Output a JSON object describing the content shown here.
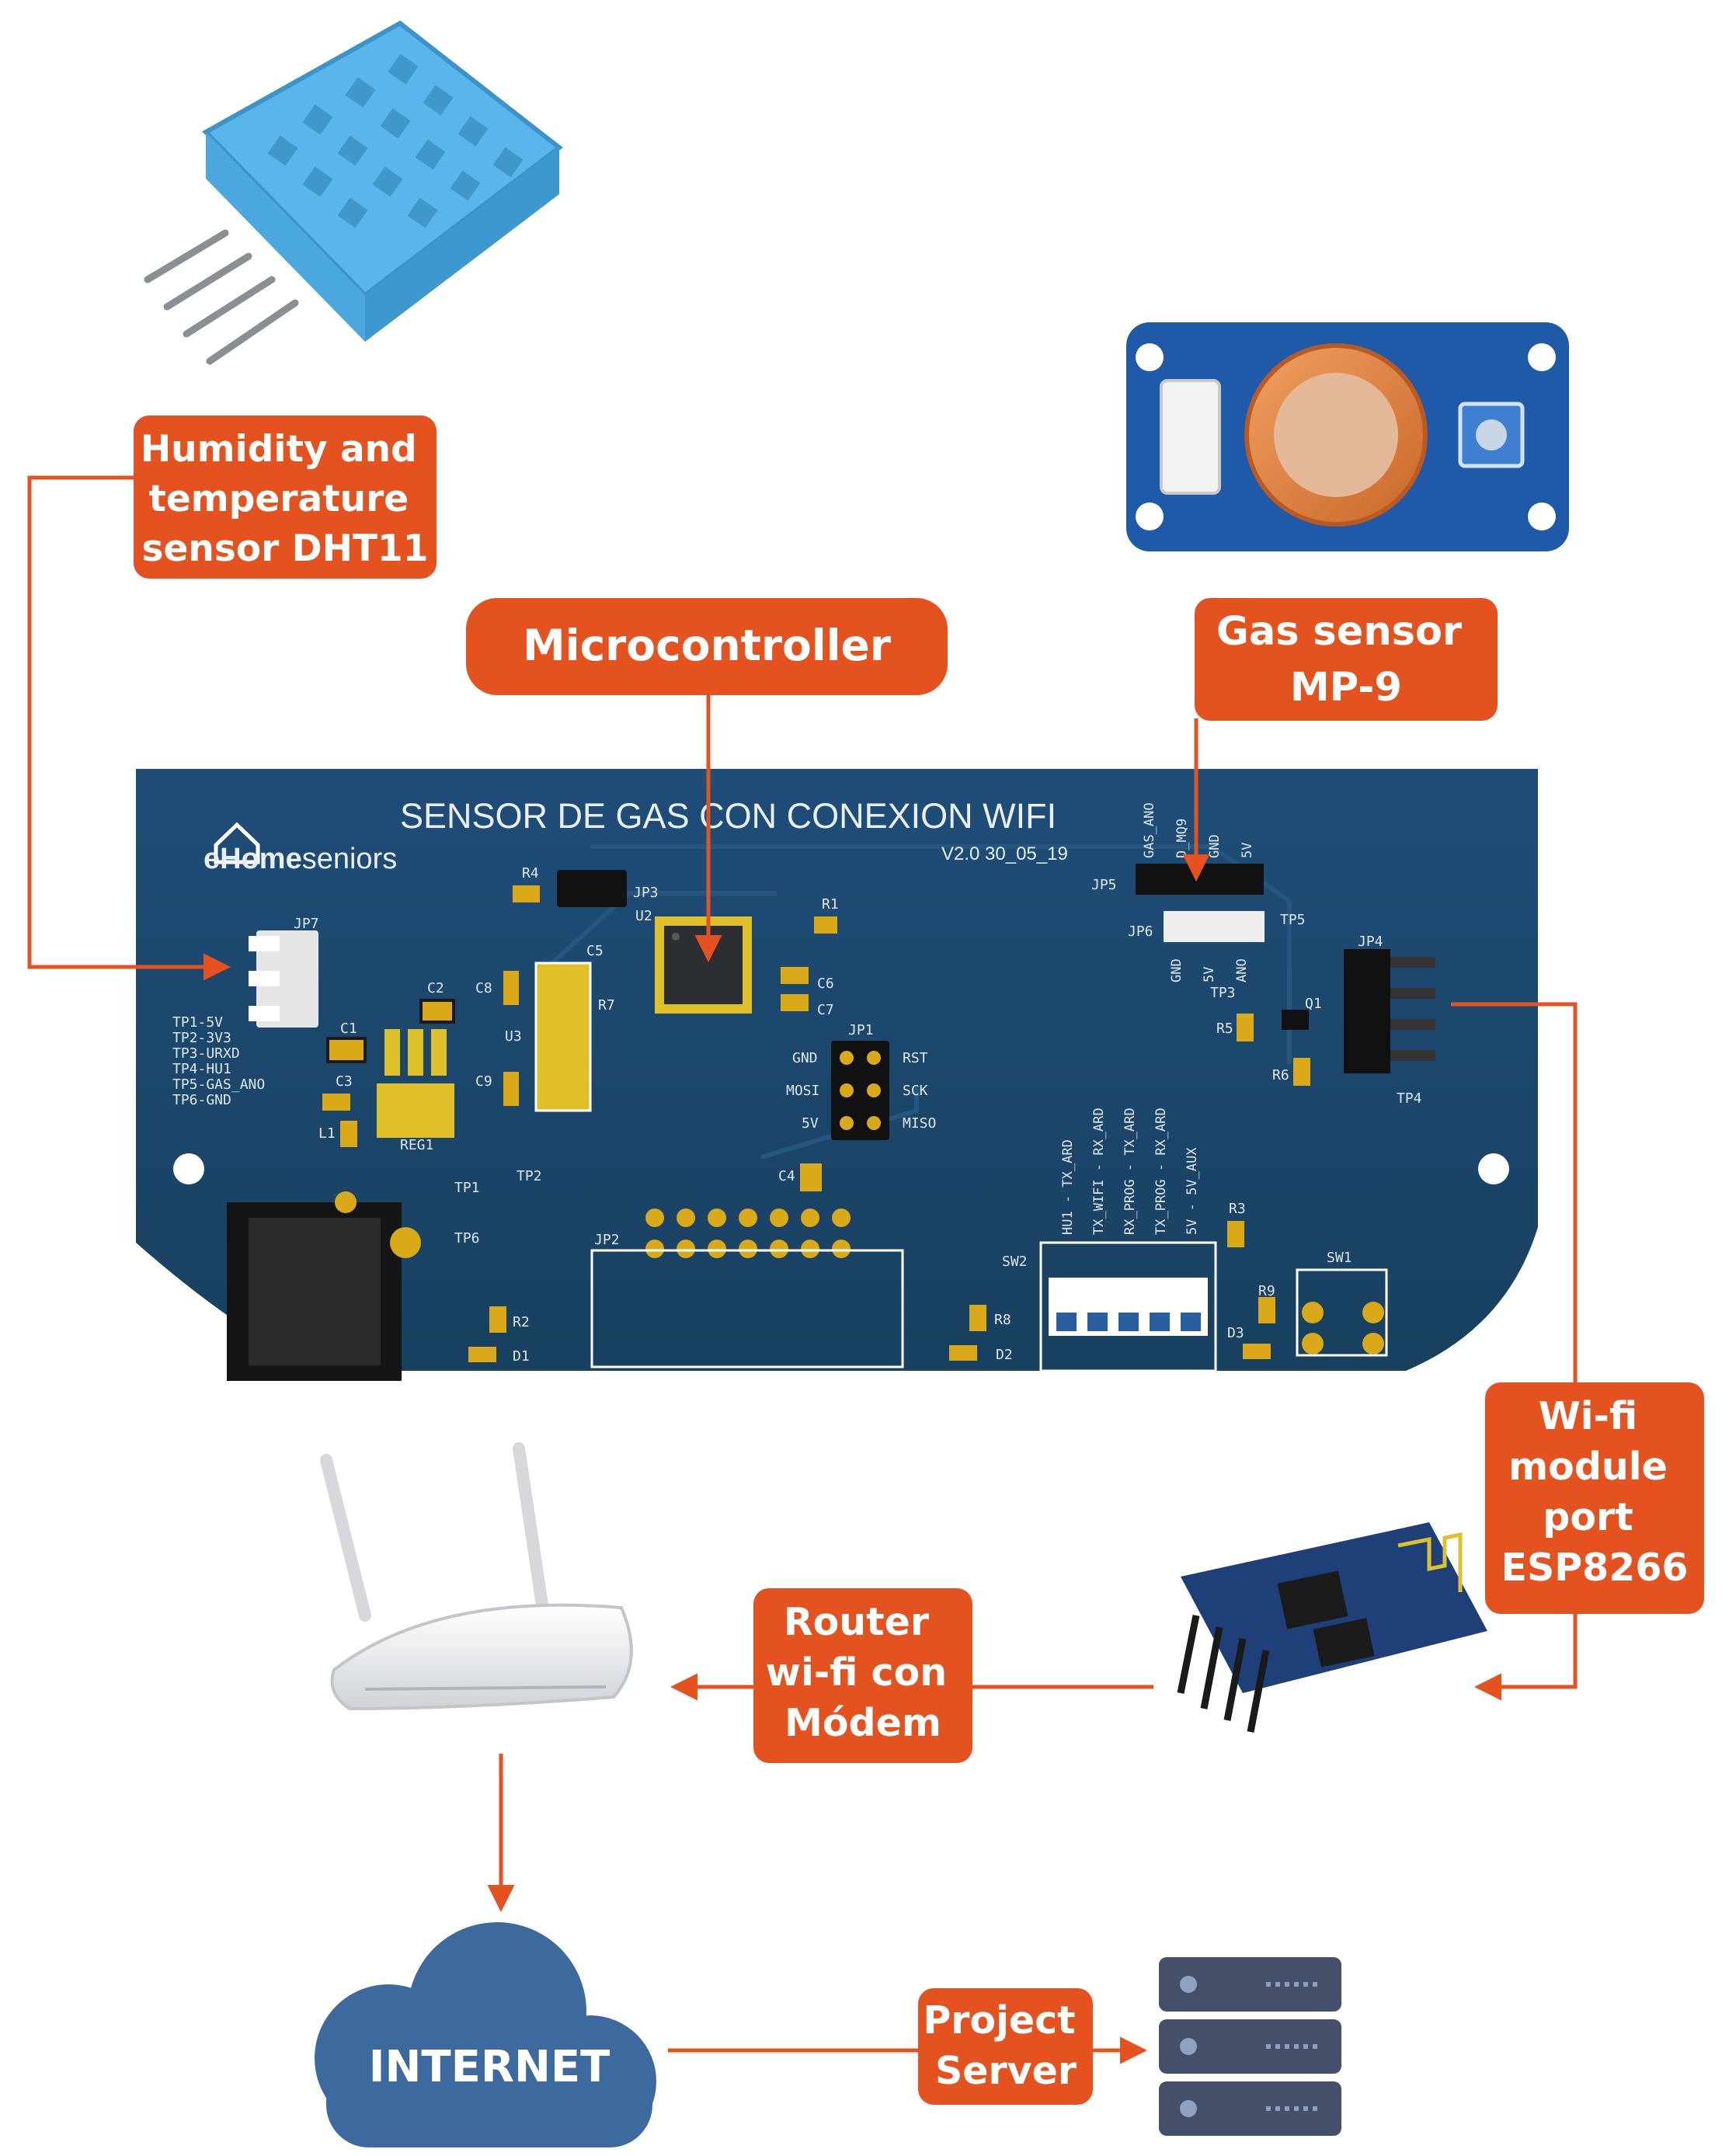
{
  "colors": {
    "accent": "#e4531f",
    "pcb": "#1e4a73",
    "cloud": "#3d6a9e",
    "server": "#44506a",
    "dht_blue": "#5ab6ea"
  },
  "callouts": {
    "humidity": [
      "Humidity and",
      "temperature",
      "sensor DHT11"
    ],
    "microcontroller": [
      "Microcontroller"
    ],
    "gas": [
      "Gas sensor",
      "MP-9"
    ],
    "wifi_module": [
      "Wi-fi",
      "module",
      "port",
      "ESP8266"
    ],
    "router": [
      "Router",
      "wi-fi con",
      "Módem"
    ],
    "project_server": [
      "Project",
      "Server"
    ]
  },
  "cloud_label": "INTERNET",
  "pcb": {
    "title": "SENSOR DE GAS CON CONEXION WIFI",
    "version": "V2.0 30_05_19",
    "brand_bold": "eHome",
    "brand_light": "seniors",
    "test_points": [
      "TP1-5V",
      "TP2-3V3",
      "TP3-URXD",
      "TP4-HU1",
      "TP5-GAS_ANO",
      "TP6-GND"
    ],
    "jp5_pins": [
      "GAS_ANO",
      "D_MQ9",
      "GND",
      "5V"
    ],
    "jp6_pins": [
      "GND",
      "5V",
      "ANO"
    ],
    "jp1_left": [
      "GND",
      "MOSI",
      "5V"
    ],
    "jp1_right": [
      "RST",
      "SCK",
      "MISO"
    ],
    "sw2_labels": [
      "HU1 - TX_ARD",
      "TX_WIFI - RX_ARD",
      "RX_PROG - TX_ARD",
      "TX_PROG - RX_ARD",
      "5V - 5V_AUX"
    ],
    "refs": [
      "JP7",
      "R4",
      "JP3",
      "U2",
      "R1",
      "C5",
      "C8",
      "C2",
      "U3",
      "R7",
      "C6",
      "C7",
      "C1",
      "C3",
      "L1",
      "C9",
      "REG1",
      "JP1",
      "C4",
      "JP5",
      "JP6",
      "TP5",
      "TP3",
      "JP4",
      "Q1",
      "R5",
      "R6",
      "TP4",
      "R3",
      "SW2",
      "R9",
      "D3",
      "SW1",
      "R8",
      "D2",
      "JP2",
      "TP1",
      "TP2",
      "TP6",
      "R2",
      "D1"
    ]
  }
}
